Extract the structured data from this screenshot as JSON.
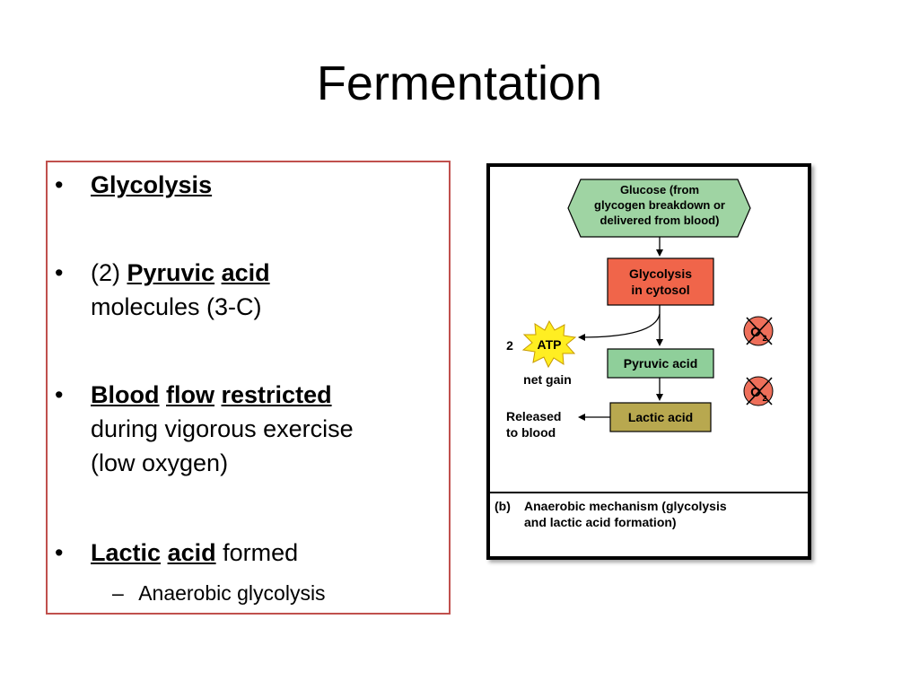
{
  "slide": {
    "title": "Fermentation"
  },
  "bullets": {
    "b1": {
      "bold1": "Glycolysis"
    },
    "b2": {
      "prefix": "(2) ",
      "bold1": "Pyruvic",
      "bold2": "acid",
      "rest": "molecules (3-C)"
    },
    "b3": {
      "bold1": "Blood",
      "bold2": "flow",
      "bold3": "restricted",
      "rest1": "during vigorous exercise",
      "rest2": "(low oxygen)"
    },
    "b4": {
      "bold1": "Lactic",
      "bold2": "acid",
      "rest": " formed",
      "sub": "Anaerobic glycolysis"
    }
  },
  "diagram": {
    "glucose": [
      "Glucose (from",
      "glycogen breakdown or",
      "delivered from blood)"
    ],
    "glycolysis": [
      "Glycolysis",
      "in cytosol"
    ],
    "atp_count": "2",
    "atp": "ATP",
    "net_gain": "net gain",
    "pyruvic": "Pyruvic acid",
    "lactic": "Lactic acid",
    "released": [
      "Released",
      "to blood"
    ],
    "o2": "O",
    "o2_sub": "2",
    "caption_tag": "(b)",
    "caption": [
      "Anaerobic mechanism (glycolysis",
      "and lactic acid formation)"
    ],
    "colors": {
      "glucose": "#9fd4a3",
      "glycolysis": "#f0654a",
      "pyruvic": "#8fcf9a",
      "lactic": "#b8a84f",
      "atp_star": "#ffee22",
      "no_o2": "#ee6f5a",
      "box_border": "#c0504d"
    }
  }
}
